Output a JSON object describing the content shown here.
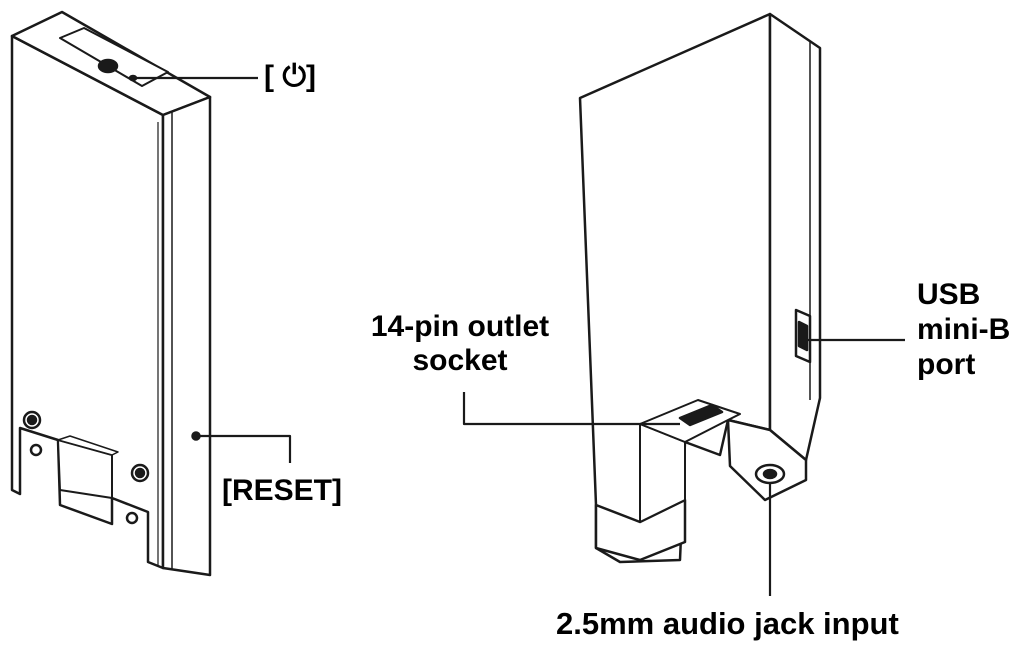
{
  "labels": {
    "power": "[ ⏻]",
    "reset": "[RESET]",
    "pin_socket_line1": "14-pin outlet",
    "pin_socket_line2": "socket",
    "usb_line1": "USB",
    "usb_line2": "mini-B",
    "usb_line3": "port",
    "audio": "2.5mm audio jack input"
  },
  "colors": {
    "ink": "#1a1a1a",
    "body_fill": "#ffffff"
  }
}
